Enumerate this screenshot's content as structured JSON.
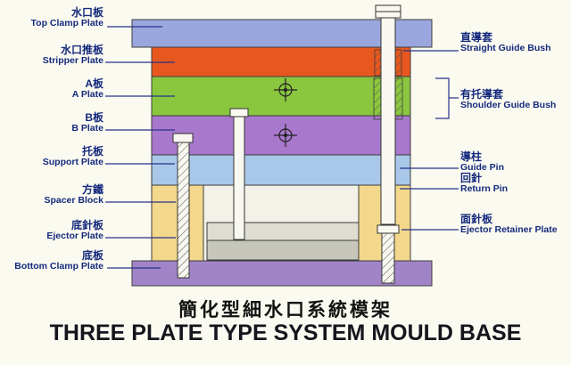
{
  "titles": {
    "zh": "簡化型細水口系統模架",
    "en": "THREE PLATE TYPE SYSTEM MOULD BASE"
  },
  "left_labels": [
    {
      "zh": "水口板",
      "en": "Top Clamp Plate"
    },
    {
      "zh": "水口推板",
      "en": "Stripper Plate"
    },
    {
      "zh": "A板",
      "en": "A Plate"
    },
    {
      "zh": "B板",
      "en": "B Plate"
    },
    {
      "zh": "托板",
      "en": "Support Plate"
    },
    {
      "zh": "方鐵",
      "en": "Spacer Block"
    },
    {
      "zh": "底針板",
      "en": "Ejector Plate"
    },
    {
      "zh": "底板",
      "en": "Bottom Clamp Plate"
    }
  ],
  "right_labels": [
    {
      "zh": "直導套",
      "en": "Straight Guide Bush"
    },
    {
      "zh": "有托導套",
      "en": "Shoulder Guide Bush"
    },
    {
      "zh": "導柱",
      "en": "Guide Pin"
    },
    {
      "zh": "回針",
      "en": "Return Pin"
    },
    {
      "zh": "面針板",
      "en": "Ejector Retainer Plate"
    }
  ],
  "colors": {
    "top_clamp_plate": "#9aa7de",
    "stripper_plate": "#e8571e",
    "a_plate": "#8bc63f",
    "b_plate": "#a878cd",
    "support_plate": "#a9c8e9",
    "spacer_block": "#f3d88b",
    "cavity": "#f3f2e8",
    "ejector_retainer_plate": "#deddd2",
    "ejector_plate": "#c6c6bb",
    "bottom_clamp_plate": "#a184c8",
    "pin_fill": "#f8f7f0",
    "leader_line": "#26338b",
    "label_text": "#152a7d"
  }
}
